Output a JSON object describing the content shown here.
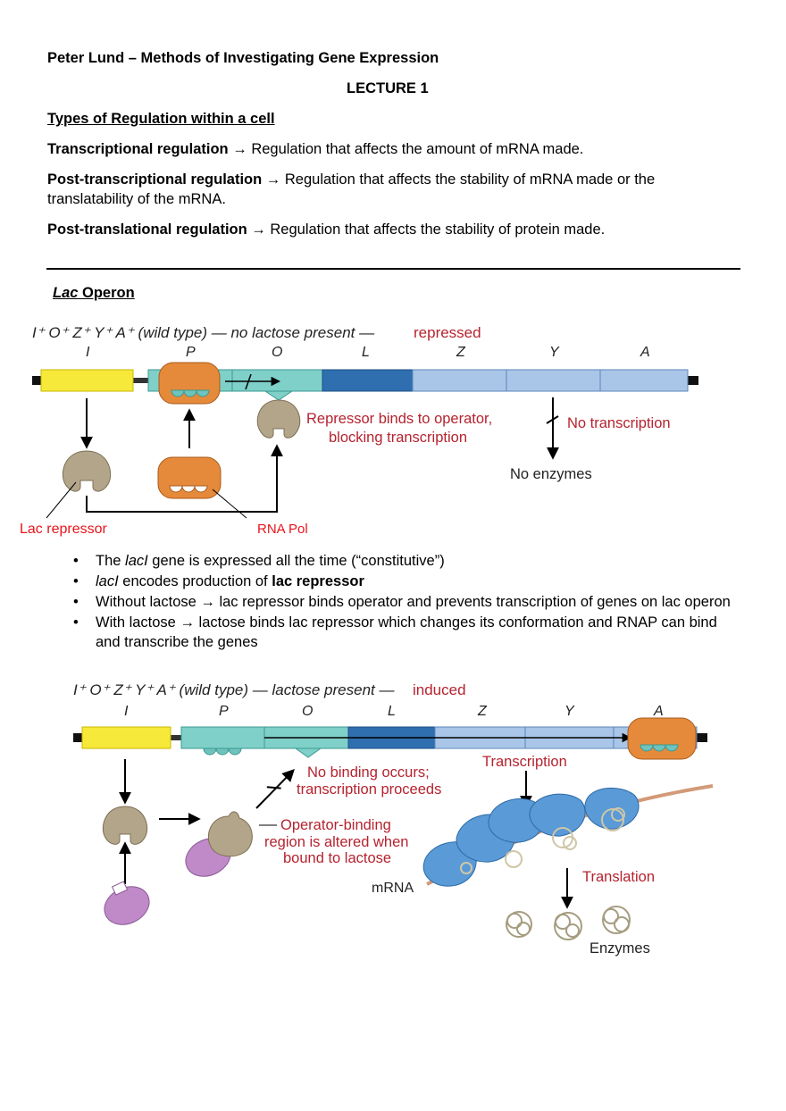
{
  "header": {
    "title": "Peter Lund – Methods of Investigating Gene Expression",
    "lecture": "LECTURE 1"
  },
  "regulation": {
    "heading": "Types of Regulation within a cell",
    "items": [
      {
        "term": "Transcriptional regulation",
        "arrow": "→",
        "text": "Regulation that affects the amount of mRNA made."
      },
      {
        "term": "Post-transcriptional regulation",
        "arrow": "→",
        "text": "Regulation that affects the stability of mRNA made or the",
        "text2": "translatability of the mRNA."
      },
      {
        "term": "Post-translational regulation",
        "arrow": "→",
        "text": "Regulation that affects the stability of protein made."
      }
    ]
  },
  "operon": {
    "heading_italic": "Lac",
    "heading_rest": " Operon"
  },
  "fig1": {
    "title_genotype": "I⁺ O⁺ Z⁺ Y⁺ A⁺ (wild type) — no lactose present —",
    "title_state": "repressed",
    "gene_labels": [
      "I",
      "P",
      "O",
      "L",
      "Z",
      "Y",
      "A"
    ],
    "annot_repressor_line1": "Repressor binds to operator,",
    "annot_repressor_line2": "blocking transcription",
    "annot_no_transcription": "No transcription",
    "annot_no_enzymes": "No enzymes",
    "label_lac_repressor": "Lac repressor",
    "label_rna_pol": "RNA Pol"
  },
  "bullets": [
    {
      "pre": "The ",
      "ital": "lacI",
      "post": " gene is expressed all the time (“constitutive”)"
    },
    {
      "ital": "lacI",
      "post": " encodes production of ",
      "bold": "lac repressor"
    },
    {
      "pre": "Without lactose → lac repressor binds operator and prevents transcription of genes on lac operon"
    },
    {
      "pre": "With lactose → lactose binds lac repressor which changes its conformation and RNAP can bind and transcribe the genes"
    }
  ],
  "fig2": {
    "title_genotype": "I⁺ O⁺ Z⁺ Y⁺ A⁺ (wild type) — lactose present —",
    "title_state": "induced",
    "gene_labels": [
      "I",
      "P",
      "O",
      "L",
      "Z",
      "Y",
      "A"
    ],
    "annot_no_binding_line1": "No binding occurs;",
    "annot_no_binding_line2": "transcription proceeds",
    "annot_transcription": "Transcription",
    "annot_operator_line1": "Operator-binding",
    "annot_operator_line2": "region is altered when",
    "annot_operator_line3": "bound to lactose",
    "annot_mrna": "mRNA",
    "annot_translation": "Translation",
    "annot_enzymes": "Enzymes"
  },
  "colors": {
    "fig_red": "#b5232f",
    "label_red": "#e8141c",
    "gene_yellow": "#f7e93a",
    "promoter_teal": "#7fd0c9",
    "operon_blue": "#2f6fb0",
    "operon_light": "#a9c6e8",
    "rnapol_orange": "#e58a3a",
    "repressor_tan": "#b3a58a",
    "lactose_purple": "#c08ac9",
    "ribosome_blue": "#5a9ad6",
    "mrna_brown": "#d39a78"
  }
}
